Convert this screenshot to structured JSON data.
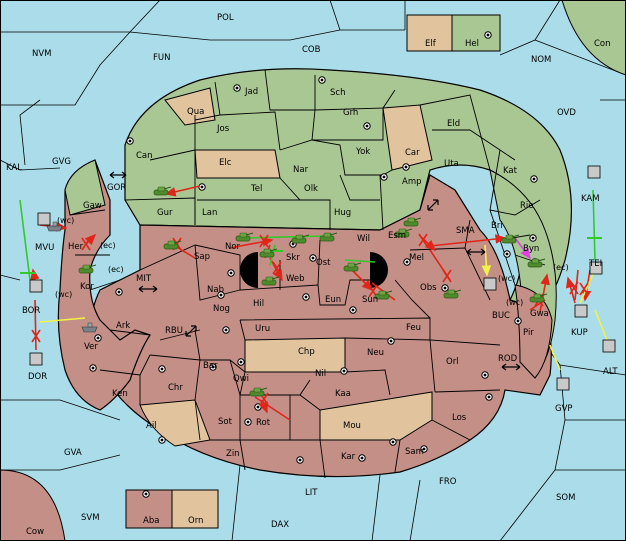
{
  "colors": {
    "sea": "#aadde9",
    "green": "#a9c793",
    "red": "#c48f86",
    "tan": "#e1c49e",
    "border": "#000000",
    "arrow_red": "#e0261b",
    "arrow_yellow": "#f2f248",
    "arrow_green": "#34c82a",
    "arrow_magenta": "#e040e0",
    "unit_green": "#4f8a2c"
  },
  "seas": {
    "pol": "POL",
    "nvm": "NVM",
    "fun": "FUN",
    "cob": "COB",
    "nom": "NOM",
    "con": "Con",
    "ovd": "OVD",
    "kal": "KAL",
    "gvg": "GVG",
    "gor": "GOR",
    "mvu": "MVU",
    "kam": "KAM",
    "sma": "SMA",
    "mit": "MIT",
    "bor": "BOR",
    "rbu": "RBU",
    "buc": "BUC",
    "tei": "TEI",
    "kup": "KUP",
    "dor": "DOR",
    "rod": "ROD",
    "alt": "ALT",
    "gvp": "GVP",
    "gva": "GVA",
    "fro": "FRO",
    "lit": "LIT",
    "som": "SOM",
    "svm": "SVM",
    "dax": "DAX",
    "cow": "Cow"
  },
  "provinces": {
    "jad": "Jad",
    "sch": "Sch",
    "qua": "Qua",
    "jos": "Jos",
    "grh": "Grh",
    "eld": "Eld",
    "can": "Can",
    "car": "Car",
    "yok": "Yok",
    "elc": "Elc",
    "nar": "Nar",
    "uta": "Uta",
    "kat": "Kat",
    "tel": "Tel",
    "olk": "Olk",
    "amp": "Amp",
    "gur": "Gur",
    "rie": "Rie",
    "lan": "Lan",
    "hug": "Hug",
    "gaw": "Gaw",
    "bri": "Bri",
    "esm": "Esm",
    "wil": "Wil",
    "nor": "Nor",
    "skr": "Skr",
    "ost": "Ost",
    "sap": "Sap",
    "mel": "Mel",
    "byn": "Byn",
    "her": "Her",
    "kor": "Kor",
    "web": "Web",
    "eun": "Eun",
    "sun": "Sun",
    "obs": "Obs",
    "nab": "Nab",
    "hil": "Hil",
    "nog": "Nog",
    "uru": "Uru",
    "feu": "Feu",
    "ark": "Ark",
    "ver": "Ver",
    "gwa": "Gwa",
    "pir": "Pir",
    "chp": "Chp",
    "neu": "Neu",
    "orl": "Orl",
    "bar": "Bar",
    "qwi": "Qwi",
    "nil": "Nil",
    "ken": "Ken",
    "chr": "Chr",
    "kaa": "Kaa",
    "rot": "Rot",
    "sot": "Sot",
    "mou": "Mou",
    "los": "Los",
    "ail": "Ail",
    "zin": "Zin",
    "kar": "Kar",
    "sam": "Sam",
    "elf": "Elf",
    "hel": "Hel",
    "aba": "Aba",
    "orn": "Orn"
  },
  "coasts": {
    "wc1": "(wc)",
    "ec1": "(ec)",
    "ec2": "(ec)",
    "wc2": "(wc)",
    "wc3": "(wc)",
    "ec3": "(ec)",
    "wc4": "(wc)"
  }
}
